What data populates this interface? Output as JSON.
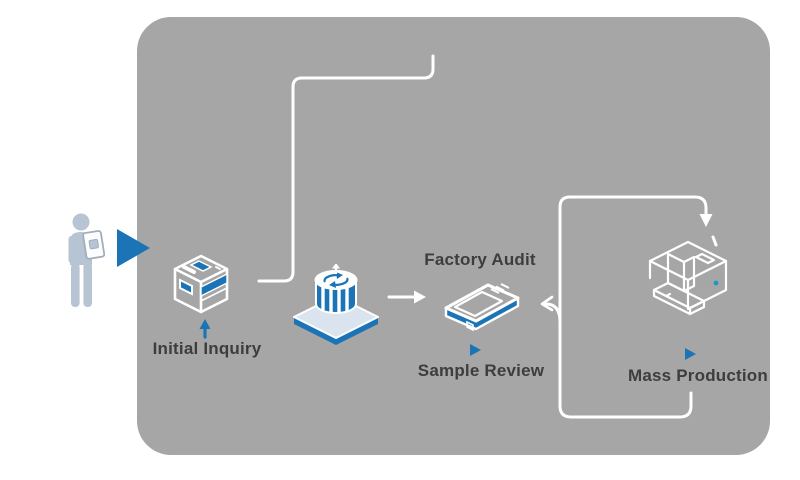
{
  "palette": {
    "background": "#ffffff",
    "panel_gray": "#a6a6a6",
    "accent_blue": "#1b74b6",
    "person_blue": "#b7c4d4",
    "platform_light_blue": "#d9e4ef",
    "label_text": "#3d3d3d",
    "connector_white": "#ffffff"
  },
  "icons": {
    "actor": "person-holding-document-icon",
    "entry": "play-triangle-icon",
    "step1": "inquiry-machine-icon",
    "step2": "factory-turntable-icon",
    "flow": "right-arrow-icon",
    "step3": "sample-report-icon",
    "step4": "printer-3d-icon",
    "marker_up": "up-arrow-icon",
    "marker_play": "play-marker-icon"
  },
  "diagram": {
    "steps": [
      {
        "label": "Initial Inquiry"
      },
      {
        "label": "Factory Audit"
      },
      {
        "label": "Sample Review"
      },
      {
        "label": "Mass Production"
      }
    ]
  }
}
